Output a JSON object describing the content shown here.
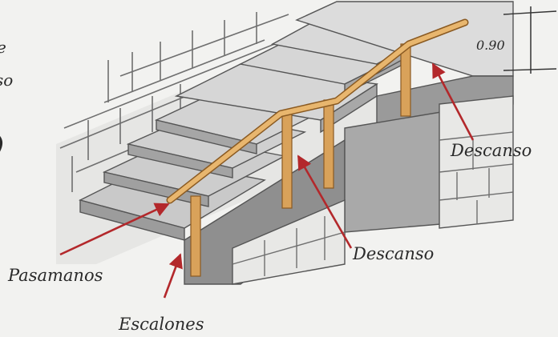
{
  "labels": {
    "pasamanos": "Pasamanos",
    "escalones": "Escalones",
    "descanso_lower": "Descanso",
    "descanso_upper": "Descanso",
    "dimension": "0.90",
    "fragment_top": "e",
    "fragment_mid": "so"
  },
  "colors": {
    "arrow": "#b3282b",
    "rail": "#d9a25a",
    "rail_edge": "#8a5a22",
    "concrete_top": "#c9c9c9",
    "concrete_side": "#9c9c9c",
    "brick_line": "#6f6f6f",
    "background": "#f2f2f0"
  }
}
